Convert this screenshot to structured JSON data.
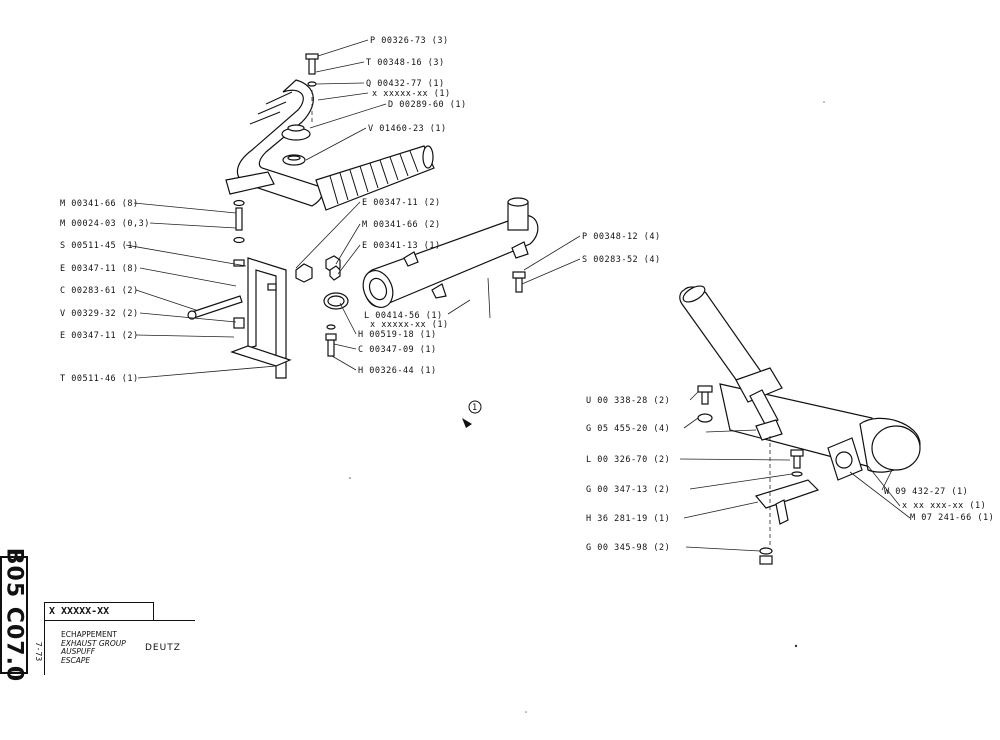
{
  "sheet": {
    "code": "B05 C07.0",
    "drawing_ref": "X XXXXX-XX",
    "date": "7-73",
    "names": [
      "ECHAPPEMENT",
      "EXHAUST GROUP",
      "AUSPUFF",
      "ESCAPE"
    ],
    "brand": "DEUTZ"
  },
  "detail_marker": "1",
  "left_callouts": [
    "M 00341-66 (8)",
    "M 00024-03 (0,3)",
    "S 00511-45 (1)",
    "E 00347-11 (8)",
    "C 00283-61 (2)",
    "V 00329-32 (2)",
    "E 00347-11 (2)",
    "T 00511-46 (1)"
  ],
  "top_callouts": [
    "P 00326-73 (3)",
    "T 00348-16 (3)",
    "Q 00432-77 (1)",
    "x xxxxx-xx (1)",
    "D 00289-60 (1)",
    "V 01460-23 (1)"
  ],
  "middle_callouts": [
    "E 00347-11 (2)",
    "M 00341-66 (2)",
    "E 00341-13 (1)",
    "L 00414-56 (1)",
    "x xxxxx-xx (1)",
    "H 00519-18 (1)",
    "C 00347-09 (1)",
    "H 00326-44 (1)",
    "P 00348-12 (4)",
    "S 00283-52 (4)"
  ],
  "right_callouts": [
    "U 00 338-28 (2)",
    "G 05 455-20 (4)",
    "L 00 326-70 (2)",
    "G 00 347-13 (2)",
    "H 36 281-19 (1)",
    "G 00 345-98 (2)",
    "W 09 432-27 (1)",
    "x xx xxx-xx (1)",
    "M 07 241-66 (1)"
  ]
}
